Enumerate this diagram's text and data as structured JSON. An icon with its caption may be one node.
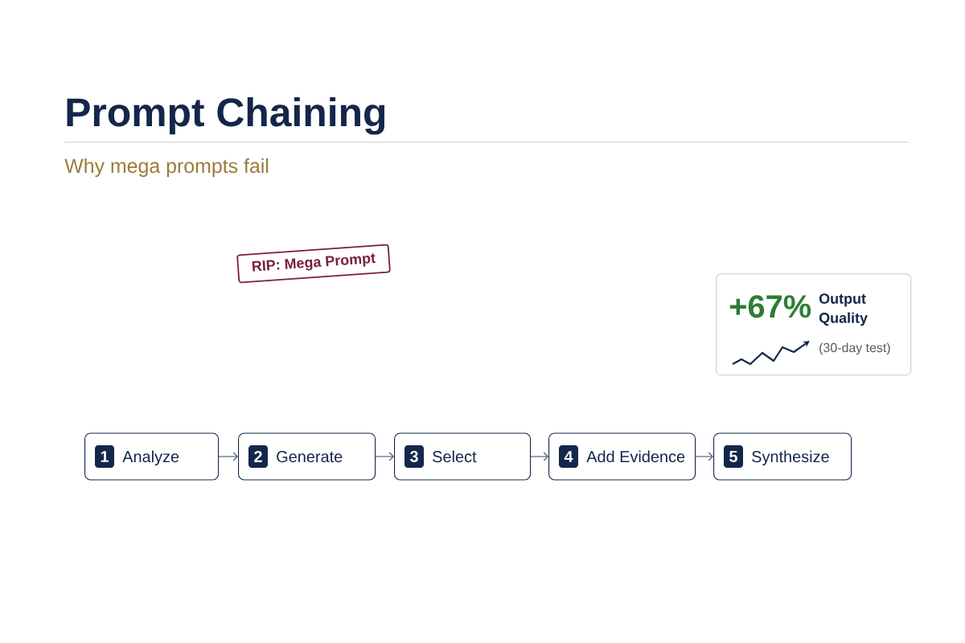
{
  "diagram": {
    "title": "Prompt Chaining",
    "nodes": [
      {
        "text": [
          "RIP: Mega Prompt"
        ]
      },
      {
        "text": [
          "+67%",
          "Output Quality",
          "(30-day test)"
        ]
      },
      {
        "text": [
          "Analyze"
        ]
      },
      {
        "text": [
          "1"
        ],
        "in": 2
      },
      {
        "text": [
          "Generate"
        ]
      },
      {
        "text": [
          "2"
        ],
        "in": 4
      },
      {
        "text": [
          "Select"
        ]
      },
      {
        "text": [
          "3"
        ],
        "in": 6
      },
      {
        "text": [
          "Add Evidence"
        ]
      },
      {
        "text": [
          "4"
        ],
        "in": 8
      },
      {
        "text": [
          "Synthesize"
        ]
      },
      {
        "text": [
          "5"
        ],
        "in": 10
      }
    ],
    "edges": [
      {
        "from": 2,
        "to": 4,
        "arrow": "to"
      },
      {
        "from": 4,
        "to": 6,
        "arrow": "to"
      },
      {
        "from": 6,
        "to": 8,
        "arrow": "to"
      },
      {
        "from": 8,
        "to": 10,
        "arrow": "to"
      }
    ],
    "labels": [
      "Why mega prompts fail"
    ]
  }
}
